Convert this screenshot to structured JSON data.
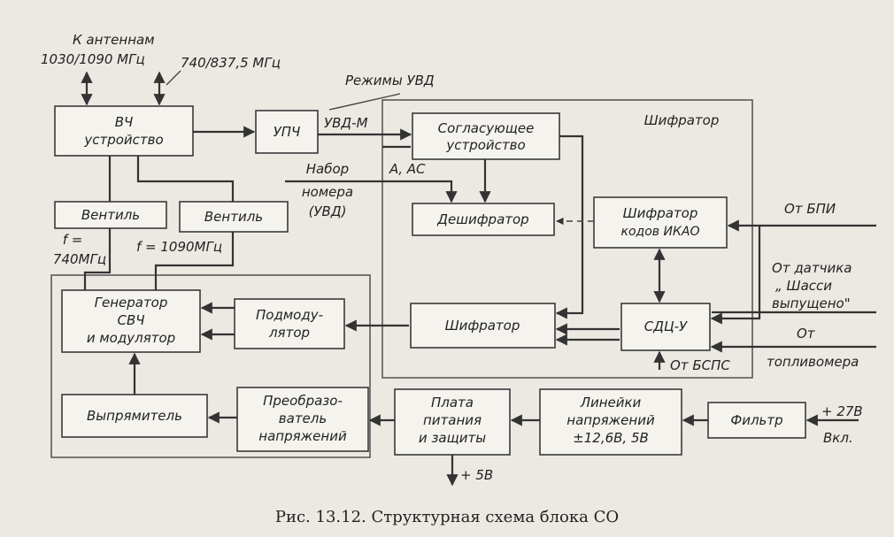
{
  "blocks": {
    "vch": [
      "ВЧ",
      "устройство"
    ],
    "upch": "УПЧ",
    "sogl": [
      "Согласующее",
      "устройство"
    ],
    "shifrator_group": "Шифратор",
    "deshifrator": "Дешифратор",
    "shifrator_ikao": [
      "Шифратор",
      "кодов ИКАО"
    ],
    "ventil1": "Вентиль",
    "ventil2": "Вентиль",
    "generator": [
      "Генератор",
      "СВЧ",
      "и модулятор"
    ],
    "podmodulator": [
      "Подмоду-",
      "лятор"
    ],
    "shifrator_inner": "Шифратор",
    "sdc": "СДЦ-У",
    "vypryamitel": "Выпрямитель",
    "preobr": [
      "Преобразо-",
      "ватель",
      "напряжений"
    ],
    "plata": [
      "Плата",
      "питания",
      "и защиты"
    ],
    "lineyki": [
      "Линейки",
      "напряжений",
      "±12,6В, 5В"
    ],
    "filtr": "Фильтр"
  },
  "labels": {
    "k_antennam": "К антеннам",
    "freq1": "1030/1090 МГц",
    "freq2": "740/837,5 МГц",
    "rezhimy": "Режимы УВД",
    "uvd_m": "УВД-М",
    "a_ac": "А, АС",
    "nabor": [
      "Набор",
      "номера",
      "(УВД)"
    ],
    "f740": [
      "f =",
      "740МГц"
    ],
    "f1090": "f = 1090МГц",
    "ot_bpi": "От БПИ",
    "ot_datchika": [
      "От датчика",
      "„ Шасси",
      "выпущено\""
    ],
    "ot_toplivomera": [
      "От",
      "топливомера"
    ],
    "ot_bsps": "От БСПС",
    "plus27": "+ 27В",
    "vkl": "Вкл.",
    "plus5": "+ 5В"
  },
  "caption": "Рис. 13.12. Структурная схема блока СО"
}
